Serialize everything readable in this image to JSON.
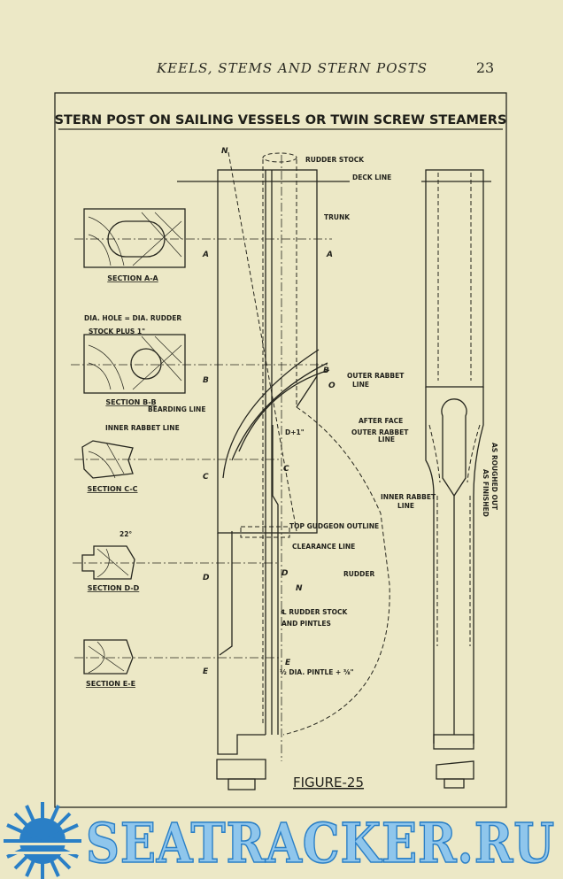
{
  "header": {
    "running_title": "KEELS, STEMS AND STERN POSTS",
    "page_number": "23"
  },
  "figure": {
    "title": "STERN POST ON SAILING VESSELS OR TWIN SCREW STEAMERS",
    "caption": "FIGURE-25",
    "sections": [
      "SECTION A-A",
      "SECTION B-B",
      "SECTION C-C",
      "SECTION D-D",
      "SECTION E-E"
    ],
    "section_note": [
      "DIA. HOLE = DIA. RUDDER",
      "STOCK PLUS 1\""
    ],
    "angle_note": "22°",
    "labels": {
      "rudder_stock": "RUDDER STOCK",
      "deck_line": "DECK LINE",
      "trunk": "TRUNK",
      "outer_rabbet": "OUTER RABBET",
      "line": "LINE",
      "bearding_line": "BEARDING LINE",
      "inner_rabbet_line": "INNER RABBET LINE",
      "d_plus_1": "D+1\"",
      "top_gudgeon": "TOP GUDGEON OUTLINE",
      "clearance_line": "CLEARANCE LINE",
      "rudder": "RUDDER",
      "cl_rudder_stock": "℄ RUDDER STOCK",
      "and_pintles": "AND PINTLES",
      "pintle": "½ DIA. PINTLE + ⅜\"",
      "after_face": "AFTER FACE",
      "outer_rabbet_r": "OUTER RABBET",
      "inner_rabbet_r": "INNER RABBET",
      "as_roughed_out": "AS ROUGHED OUT",
      "as_finished": "AS FINISHED"
    },
    "letters": {
      "n": "N",
      "a": "A",
      "b": "B",
      "c": "C",
      "d": "D",
      "e": "E",
      "o": "O"
    }
  },
  "watermark": {
    "text": "SEATRACKER.RU"
  }
}
